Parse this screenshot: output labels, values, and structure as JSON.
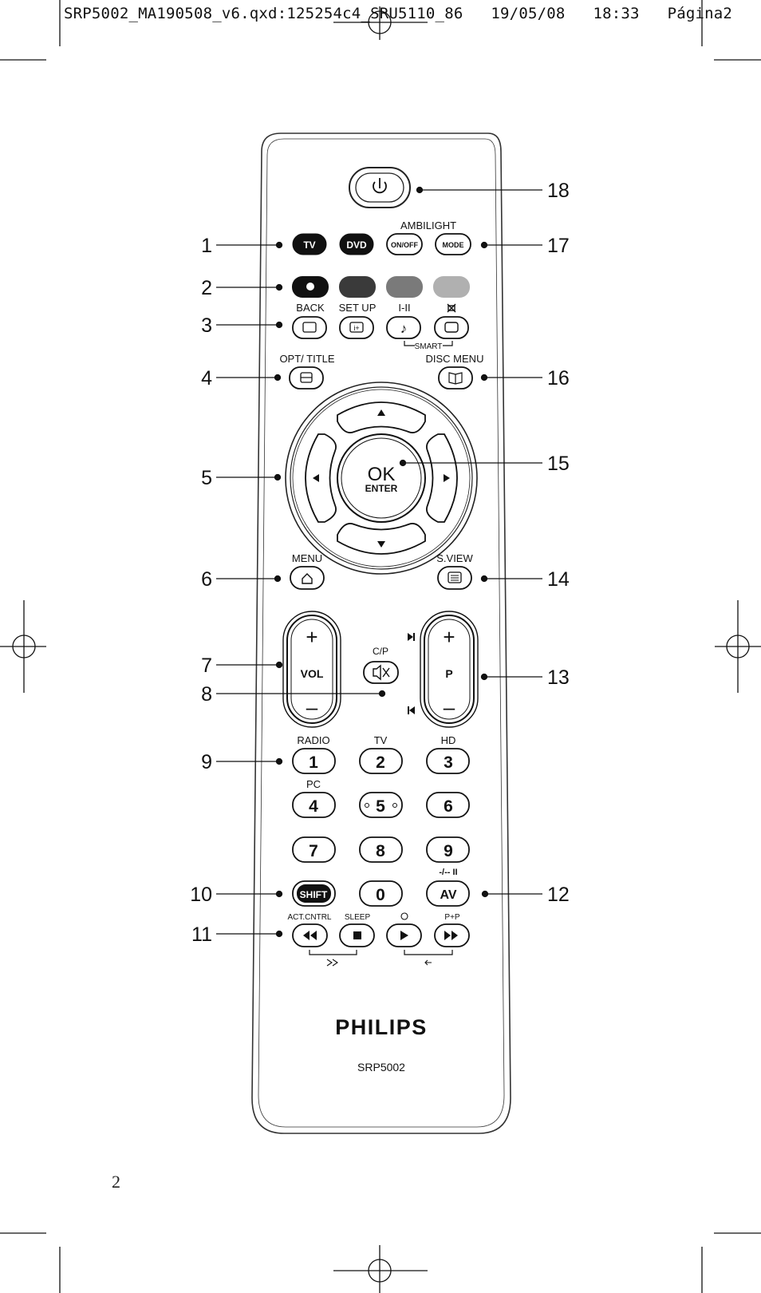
{
  "header": {
    "slug": "SRP5002_MA190508_v6.qxd:125254c4_SRU5110_86",
    "date": "19/05/08",
    "time": "18:33",
    "page_label": "Página2"
  },
  "page_number": "2",
  "remote": {
    "brand": "PHILIPS",
    "model": "SRP5002",
    "labels": {
      "ambilight": "AMBILIGHT",
      "back": "BACK",
      "setup": "SET UP",
      "i_ii": "I-II",
      "smart": "SMART",
      "opt_title": "OPT/ TITLE",
      "disc_menu": "DISC MENU",
      "menu": "MENU",
      "s_view": "S.VIEW",
      "c_p": "C/P",
      "radio": "RADIO",
      "tv_num": "TV",
      "hd": "HD",
      "pc": "PC",
      "dash_pause": "-/-- II",
      "act_cntrl": "ACT.CNTRL",
      "sleep": "SLEEP",
      "pip": "P+P"
    },
    "buttons": {
      "tv": "TV",
      "dvd": "DVD",
      "on_off": "ON/OFF",
      "mode": "MODE",
      "ok": "OK",
      "enter": "ENTER",
      "vol": "VOL",
      "vol_plus": "+",
      "vol_minus": "–",
      "p": "P",
      "p_plus": "+",
      "p_minus": "–",
      "n1": "1",
      "n2": "2",
      "n3": "3",
      "n4": "4",
      "n5": "5",
      "n6": "6",
      "n7": "7",
      "n8": "8",
      "n9": "9",
      "n0": "0",
      "shift": "SHIFT",
      "av": "AV"
    }
  },
  "callouts": {
    "c1": "1",
    "c2": "2",
    "c3": "3",
    "c4": "4",
    "c5": "5",
    "c6": "6",
    "c7": "7",
    "c8": "8",
    "c9": "9",
    "c10": "10",
    "c11": "11",
    "c12": "12",
    "c13": "13",
    "c14": "14",
    "c15": "15",
    "c16": "16",
    "c17": "17",
    "c18": "18"
  },
  "colors": {
    "red": "#111111",
    "green": "#3a3a3a",
    "yellow": "#7a7a7a",
    "blue": "#b0b0b0"
  }
}
